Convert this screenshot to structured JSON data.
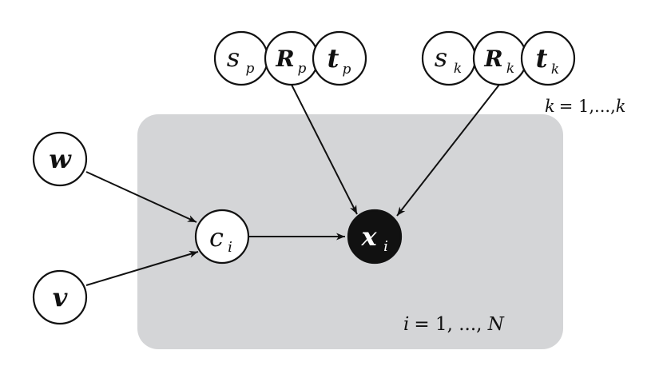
{
  "nodes": {
    "s_p": {
      "base": "s",
      "sub": "p"
    },
    "R_p": {
      "base": "R",
      "sub": "p"
    },
    "t_p": {
      "base": "t",
      "sub": "p"
    },
    "s_k": {
      "base": "s",
      "sub": "k"
    },
    "R_k": {
      "base": "R",
      "sub": "k"
    },
    "t_k": {
      "base": "t",
      "sub": "k"
    },
    "w": {
      "base": "w"
    },
    "v": {
      "base": "v"
    },
    "c_i": {
      "base": "c",
      "sub": "i"
    },
    "x_i": {
      "base": "x",
      "sub": "i"
    }
  },
  "plates": {
    "observation_plate": {
      "label_var": "i",
      "label_rest": "= 1, ..., ",
      "label_end": "N"
    },
    "k_plate": {
      "label_var": "k",
      "label_rest": "= 1,...,",
      "label_end": "k"
    }
  },
  "colors": {
    "plate_fill": "#d4d5d7",
    "observed_node_fill": "#111111",
    "latent_node_fill": "#ffffff",
    "edge": "#111111"
  }
}
